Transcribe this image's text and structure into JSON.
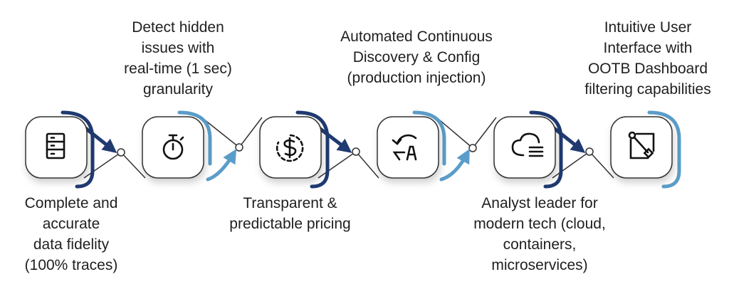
{
  "colors": {
    "dark_blue": "#1f3a70",
    "light_blue": "#5b9dc9",
    "line": "#333333",
    "icon": "#111111"
  },
  "steps": [
    {
      "icon": "server-icon",
      "label": "Complete and\naccurate\ndata fidelity\n(100% traces)"
    },
    {
      "icon": "stopwatch-icon",
      "label": "Detect hidden\nissues with\nreal-time (1 sec)\ngranularity"
    },
    {
      "icon": "dollar-cycle-icon",
      "label": "Transparent &\npredictable pricing"
    },
    {
      "icon": "auto-refresh-icon",
      "label": "Automated Continuous\nDiscovery & Config\n(production injection)"
    },
    {
      "icon": "cloud-list-icon",
      "label": "Analyst leader for\nmodern tech (cloud,\ncontainers,\nmicroservices)"
    },
    {
      "icon": "network-node-icon",
      "label": "Intuitive User\nInterface with\nOOTB Dashboard\nfiltering capabilities"
    }
  ]
}
